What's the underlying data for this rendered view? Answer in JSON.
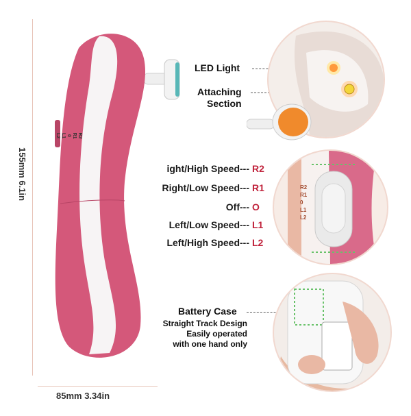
{
  "dimensions": {
    "height_label": "155mm  6.1in",
    "width_label": "85mm  3.34in"
  },
  "callouts": {
    "led_light": "LED Light",
    "attaching_line1": "Attaching",
    "attaching_line2": "Section",
    "battery_case": "Battery Case",
    "battery_sub1": "Straight Track Design",
    "battery_sub2": "Easily operated",
    "battery_sub3": "with one hand only"
  },
  "speed_modes": [
    {
      "label": "ight/High Speed---",
      "code": "R2"
    },
    {
      "label": "Right/Low Speed---",
      "code": "R1"
    },
    {
      "label": "Off---",
      "code": "O"
    },
    {
      "label": "Left/Low Speed---",
      "code": "L1"
    },
    {
      "label": "Left/High Speed---",
      "code": "L2"
    }
  ],
  "switch_labels": [
    "R2",
    "R1",
    "0",
    "L1",
    "L2"
  ],
  "colors": {
    "device_pink": "#d4587a",
    "device_white": "#f7f4f5",
    "accent_red": "#c0223b",
    "circle_border": "#f1d8cf"
  }
}
